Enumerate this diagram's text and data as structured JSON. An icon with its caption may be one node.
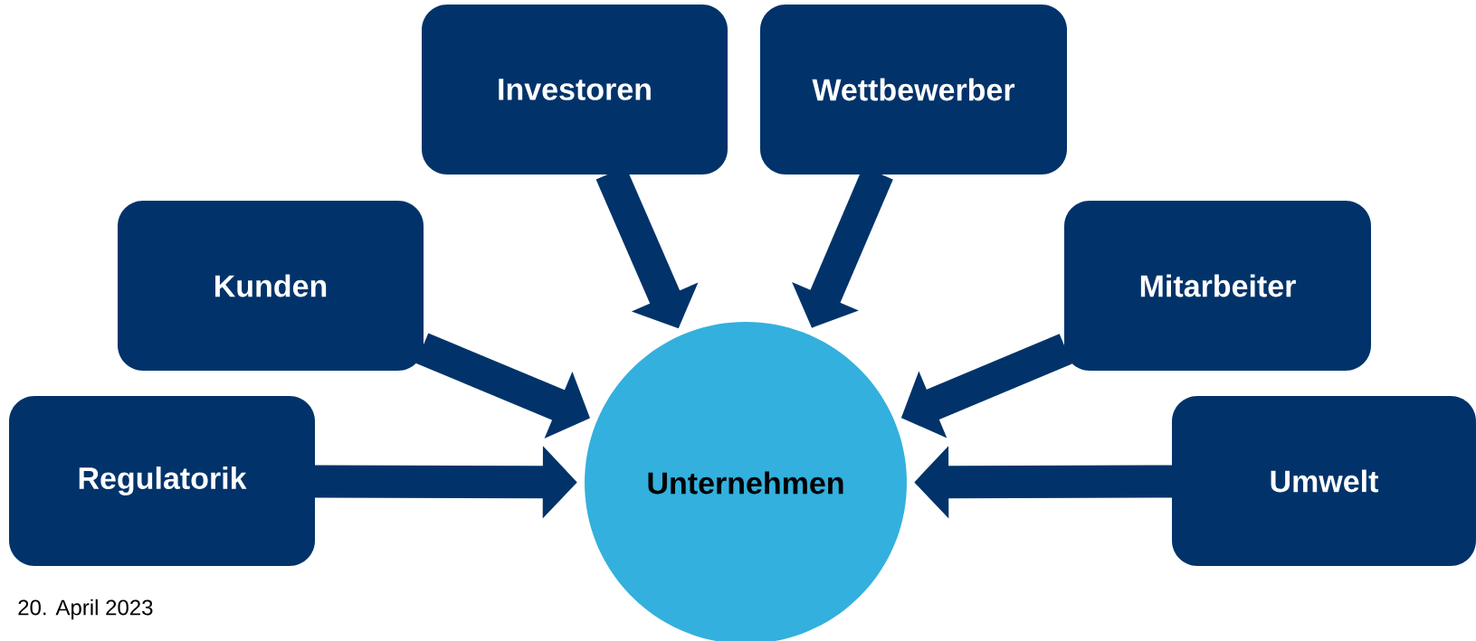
{
  "diagram": {
    "nodes": [
      {
        "text": [
          "Investoren"
        ]
      },
      {
        "text": [
          "Wettbewerber"
        ]
      },
      {
        "text": [
          "Kunden"
        ]
      },
      {
        "text": [
          "Mitarbeiter"
        ]
      },
      {
        "text": [
          "Regulatorik"
        ]
      },
      {
        "text": [
          "Unternehmen"
        ]
      },
      {
        "text": [
          "Umwelt"
        ]
      }
    ],
    "edges": [
      {
        "from": 0,
        "to": 5,
        "arrow": "to"
      },
      {
        "from": 1,
        "to": 5,
        "arrow": "to"
      },
      {
        "from": 2,
        "to": 5,
        "arrow": "to"
      },
      {
        "from": 3,
        "to": 5,
        "arrow": "to"
      },
      {
        "from": 4,
        "to": 5,
        "arrow": "to"
      },
      {
        "from": 6,
        "to": 5,
        "arrow": "to"
      }
    ],
    "labels": [
      "20. April 2023"
    ]
  }
}
